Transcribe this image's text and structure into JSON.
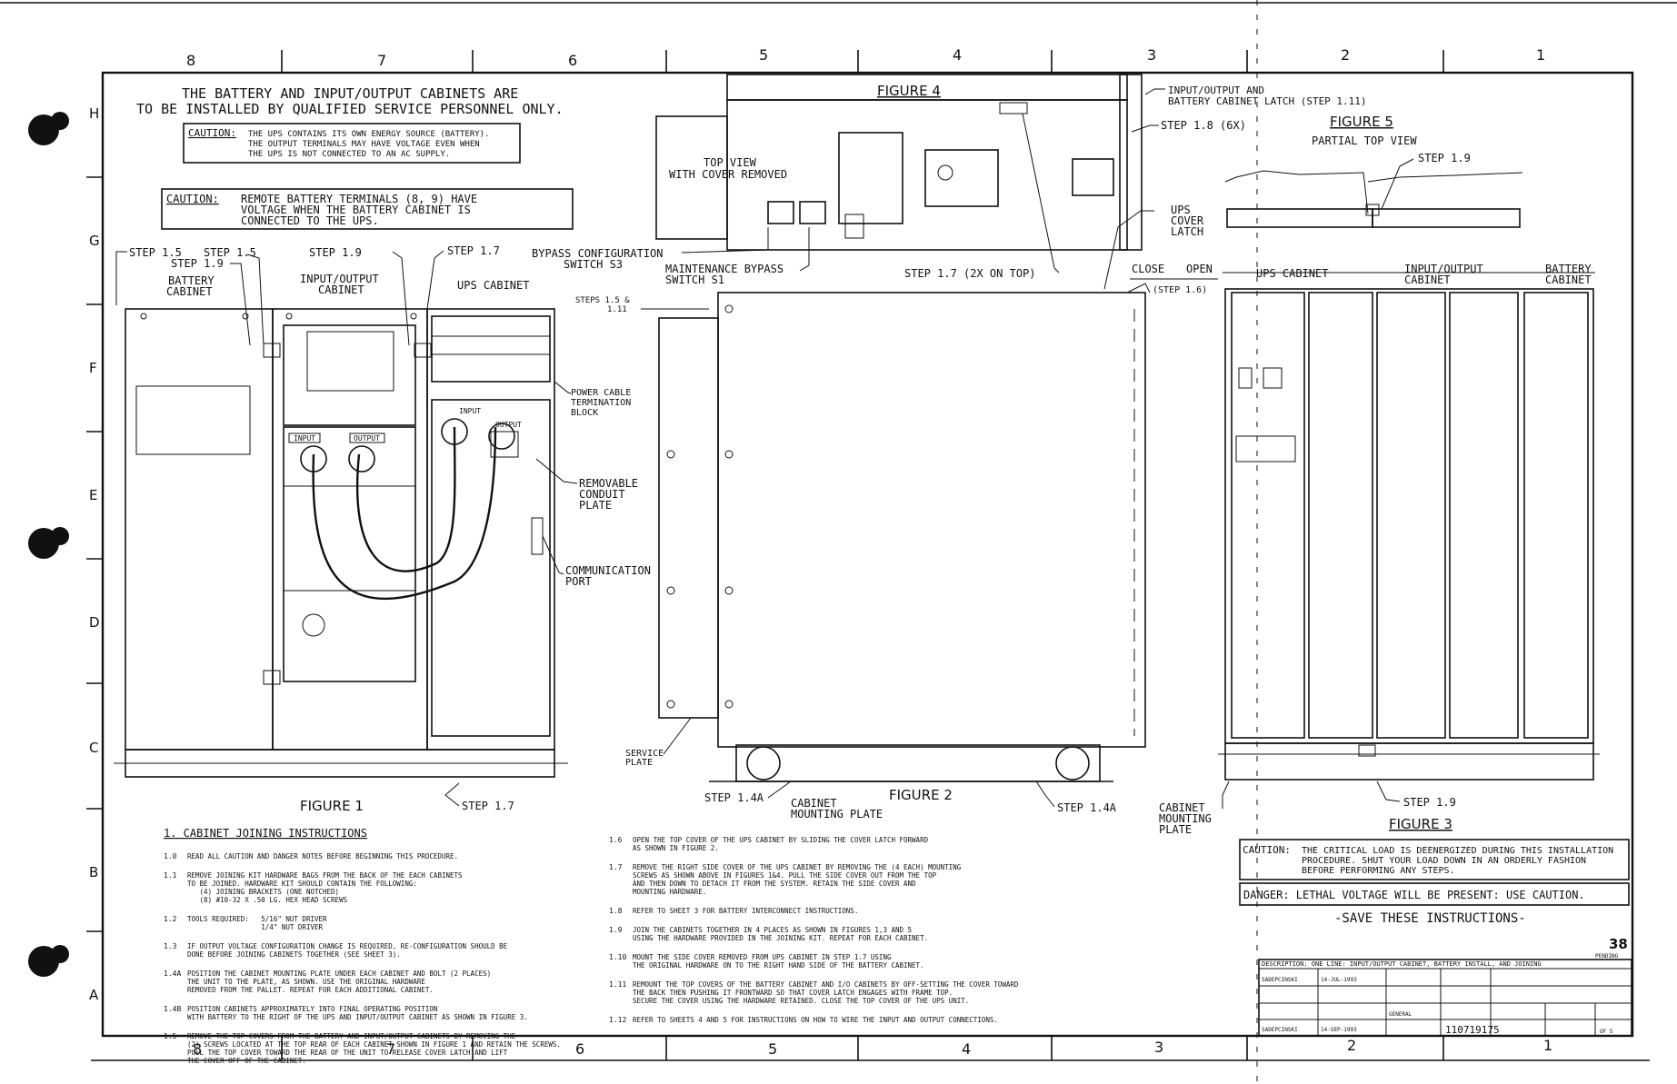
{
  "zones": {
    "top": [
      "8",
      "7",
      "6",
      "5",
      "4",
      "3",
      "2",
      "1"
    ],
    "bottom": [
      "8",
      "7",
      "6",
      "5",
      "4",
      "3",
      "2",
      "1"
    ],
    "left": [
      "H",
      "G",
      "F",
      "E",
      "D",
      "C",
      "B",
      "A"
    ]
  },
  "warning_title": {
    "line1": "THE BATTERY AND INPUT/OUTPUT CABINETS ARE",
    "line2": "TO BE INSTALLED BY QUALIFIED SERVICE PERSONNEL ONLY."
  },
  "caution1": {
    "label": "CAUTION:",
    "line1": "THE UPS CONTAINS ITS OWN ENERGY SOURCE (BATTERY).",
    "line2": "THE OUTPUT TERMINALS MAY HAVE VOLTAGE EVEN WHEN",
    "line3": "THE UPS IS NOT CONNECTED TO AN AC SUPPLY."
  },
  "caution2": {
    "label": "CAUTION:",
    "line1": "REMOTE BATTERY TERMINALS (8, 9) HAVE",
    "line2": "VOLTAGE WHEN THE BATTERY CABINET IS",
    "line3": "CONNECTED TO THE UPS."
  },
  "figure1": {
    "title": "FIGURE 1",
    "step_1_5_a": "STEP 1.5",
    "step_1_5_b": "STEP 1.5",
    "step_1_9_a": "STEP 1.9",
    "step_1_9_b": "STEP 1.9",
    "step_1_7_top": "STEP 1.7",
    "step_1_7_bottom": "STEP 1.7",
    "battery_cabinet_1": "BATTERY",
    "battery_cabinet_2": "CABINET",
    "io_cabinet_1": "INPUT/OUTPUT",
    "io_cabinet_2": "CABINET",
    "ups_cabinet": "UPS CABINET",
    "input_label": "INPUT",
    "output_label": "OUTPUT",
    "power_cable_1": "POWER CABLE",
    "power_cable_2": "TERMINATION",
    "power_cable_3": "BLOCK",
    "conduit_1": "REMOVABLE",
    "conduit_2": "CONDUIT",
    "conduit_3": "PLATE",
    "comm_1": "COMMUNICATION",
    "comm_2": "PORT"
  },
  "figure4": {
    "title": "FIGURE 4",
    "top_view_1": "TOP VIEW",
    "top_view_2": "WITH COVER REMOVED",
    "latch_1": "INPUT/OUTPUT AND",
    "latch_2": "BATTERY CABINET LATCH (STEP 1.11)",
    "step_1_8": "STEP 1.8 (6X)",
    "bypass_1": "BYPASS CONFIGURATION",
    "bypass_2": "SWITCH S3",
    "maint_1": "MAINTENANCE BYPASS",
    "maint_2": "SWITCH S1",
    "step_1_7_top": "STEP 1.7 (2X ON TOP)",
    "ups_cover_1": "UPS",
    "ups_cover_2": "COVER",
    "ups_cover_3": "LATCH"
  },
  "figure5": {
    "title": "FIGURE 5",
    "subtitle": "PARTIAL TOP VIEW",
    "step": "STEP 1.9"
  },
  "figure2": {
    "title": "FIGURE 2",
    "close": "CLOSE",
    "open": "OPEN",
    "step_1_6": "(STEP 1.6)",
    "steps_1": "STEPS 1.5 &",
    "steps_2": "1.11",
    "service_1": "SERVICE",
    "service_2": "PLATE",
    "step_1_4a_left": "STEP 1.4A",
    "step_1_4a_right": "STEP 1.4A",
    "mount_1": "CABINET",
    "mount_2": "MOUNTING PLATE"
  },
  "figure3": {
    "title": "FIGURE 3",
    "ups_cabinet": "UPS CABINET",
    "io_1": "INPUT/OUTPUT",
    "io_2": "CABINET",
    "bat_1": "BATTERY",
    "bat_2": "CABINET",
    "mount_1": "CABINET",
    "mount_2": "MOUNTING",
    "mount_3": "PLATE",
    "step": "STEP 1.9"
  },
  "instructions": {
    "heading": "1. CABINET JOINING INSTRUCTIONS",
    "left": [
      {
        "n": "1.0",
        "lines": [
          "READ ALL CAUTION AND DANGER NOTES BEFORE BEGINNING THIS PROCEDURE."
        ]
      },
      {
        "n": "1.1",
        "lines": [
          "REMOVE JOINING KIT HARDWARE BAGS FROM THE BACK OF THE EACH CABINETS",
          "TO BE JOINED. HARDWARE KIT SHOULD CONTAIN THE FOLLOWING:",
          "   (4) JOINING BRACKETS (ONE NOTCHED)",
          "   (8) #10-32 X .50 LG. HEX HEAD SCREWS"
        ]
      },
      {
        "n": "1.2",
        "lines": [
          "TOOLS REQUIRED:   5/16\" NUT DRIVER",
          "                  1/4\" NUT DRIVER"
        ]
      },
      {
        "n": "1.3",
        "lines": [
          "IF OUTPUT VOLTAGE CONFIGURATION CHANGE IS REQUIRED, RE-CONFIGURATION SHOULD BE",
          "DONE BEFORE JOINING CABINETS TOGETHER (SEE SHEET 3)."
        ]
      },
      {
        "n": "1.4A",
        "lines": [
          "POSITION THE CABINET MOUNTING PLATE UNDER EACH CABINET AND BOLT (2 PLACES)",
          "THE UNIT TO THE PLATE, AS SHOWN. USE THE ORIGINAL HARDWARE",
          "REMOVED FROM THE PALLET. REPEAT FOR EACH ADDITIONAL CABINET."
        ]
      },
      {
        "n": "1.4B",
        "lines": [
          "POSITION CABINETS APPROXIMATELY INTO FINAL OPERATING POSITION",
          "WITH BATTERY TO THE RIGHT OF THE UPS AND INPUT/OUTPUT CABINET AS SHOWN IN FIGURE 3."
        ]
      },
      {
        "n": "1.5",
        "lines": [
          "REMOVE THE TOP COVERS FROM THE BATTERY AND INPUT/OUTPUT CABINETS BY REMOVING THE",
          "(2) SCREWS LOCATED AT THE TOP REAR OF EACH CABINET SHOWN IN FIGURE 1 AND RETAIN THE SCREWS.",
          "PULL THE TOP COVER TOWARD THE REAR OF THE UNIT TO RELEASE COVER LATCH AND LIFT",
          "THE COVER OFF OF THE CABINET."
        ]
      }
    ],
    "right": [
      {
        "n": "1.6",
        "lines": [
          "OPEN THE TOP COVER OF THE UPS CABINET BY SLIDING THE COVER LATCH FORWARD",
          "AS SHOWN IN FIGURE 2."
        ]
      },
      {
        "n": "1.7",
        "lines": [
          "REMOVE THE RIGHT SIDE COVER OF THE UPS CABINET BY REMOVING THE (4 EACH) MOUNTING",
          "SCREWS AS SHOWN ABOVE IN FIGURES 1&4. PULL THE SIDE COVER OUT FROM THE TOP",
          "AND THEN DOWN TO DETACH IT FROM THE SYSTEM. RETAIN THE SIDE COVER AND",
          "MOUNTING HARDWARE."
        ]
      },
      {
        "n": "1.8",
        "lines": [
          "REFER TO SHEET 3 FOR BATTERY INTERCONNECT INSTRUCTIONS."
        ]
      },
      {
        "n": "1.9",
        "lines": [
          "JOIN THE CABINETS TOGETHER IN 4 PLACES AS SHOWN IN FIGURES 1,3 AND 5",
          "USING THE HARDWARE PROVIDED IN THE JOINING KIT. REPEAT FOR EACH CABINET."
        ]
      },
      {
        "n": "1.10",
        "lines": [
          "MOUNT THE SIDE COVER REMOVED FROM UPS CABINET IN STEP 1.7 USING",
          "THE ORIGINAL HARDWARE ON TO THE RIGHT HAND SIDE OF THE BATTERY CABINET."
        ]
      },
      {
        "n": "1.11",
        "lines": [
          "REMOUNT THE TOP COVERS OF THE BATTERY CABINET AND I/O CABINETS BY OFF-SETTING THE COVER TOWARD",
          "THE BACK THEN PUSHING IT FRONTWARD SO THAT COVER LATCH ENGAGES WITH FRAME TOP.",
          "SECURE THE COVER USING THE HARDWARE RETAINED. CLOSE THE TOP COVER OF THE UPS UNIT."
        ]
      },
      {
        "n": "1.12",
        "lines": [
          "REFER TO SHEETS 4 AND 5 FOR INSTRUCTIONS ON HOW TO WIRE THE INPUT AND OUTPUT CONNECTIONS."
        ]
      }
    ]
  },
  "caution3": {
    "label": "CAUTION:",
    "line1": "THE CRITICAL LOAD IS DEENERGIZED DURING THIS INSTALLATION",
    "line2": "PROCEDURE. SHUT YOUR LOAD DOWN IN AN ORDERLY FASHION",
    "line3": "BEFORE PERFORMING ANY STEPS."
  },
  "danger": "DANGER: LETHAL VOLTAGE WILL BE PRESENT: USE CAUTION.",
  "save": "-SAVE THESE INSTRUCTIONS-",
  "title_block": {
    "sheet_no": "38",
    "pending": "PENDING",
    "description": "DESCRIPTION: ONE LINE: INPUT/OUTPUT CABINET, BATTERY INSTALL, AND JOINING",
    "drawn_by": "SADEPCINSKI",
    "date1": "14-JUL-1993",
    "date2": "14-SEP-1993",
    "customer": "GENERAL",
    "drawing_no": "110719175",
    "sheet": "OF 5"
  }
}
